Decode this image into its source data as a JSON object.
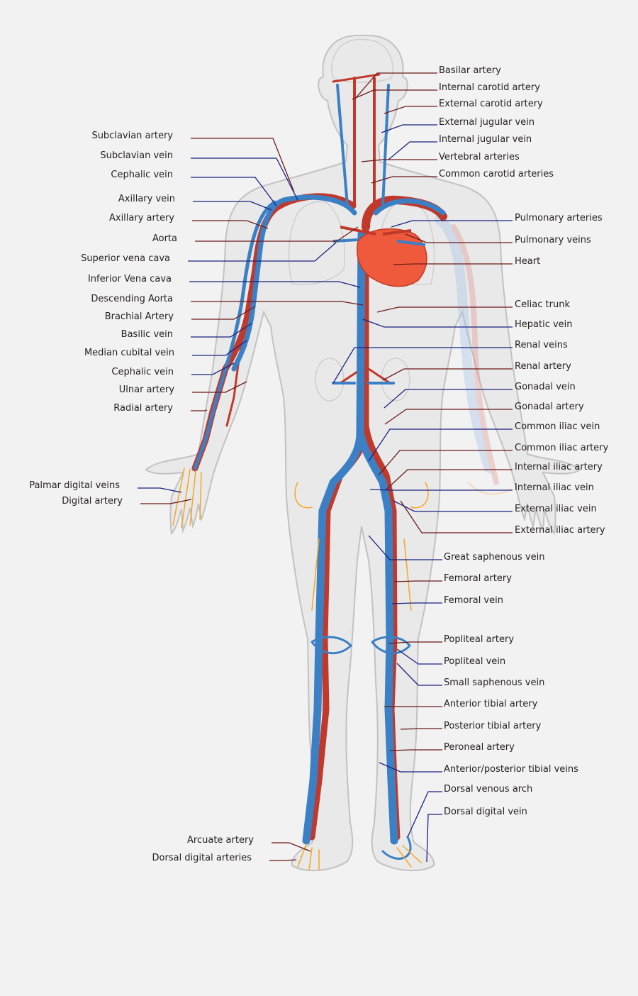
{
  "colors": {
    "artery": "#c0392b",
    "vein": "#3b7fc4",
    "small_vessel": "#f5a623",
    "body_fill": "#e9e9e9",
    "body_outline": "#c2c2c2",
    "heart": "#ef5a3c",
    "artery_leader": "#6b1a1a",
    "vein_leader": "#1a237e"
  },
  "left_labels": [
    {
      "id": "subclavian-artery",
      "text": "Subclavian artery",
      "type": "artery"
    },
    {
      "id": "subclavian-vein",
      "text": "Subclavian vein",
      "type": "vein"
    },
    {
      "id": "cephalic-vein-upper",
      "text": "Cephalic vein",
      "type": "vein"
    },
    {
      "id": "axillary-vein",
      "text": "Axillary vein",
      "type": "vein"
    },
    {
      "id": "axillary-artery",
      "text": "Axillary artery",
      "type": "artery"
    },
    {
      "id": "aorta",
      "text": "Aorta",
      "type": "artery"
    },
    {
      "id": "superior-vena-cava",
      "text": "Superior vena cava",
      "type": "vein"
    },
    {
      "id": "inferior-vena-cava",
      "text": "Inferior Vena cava",
      "type": "vein"
    },
    {
      "id": "descending-aorta",
      "text": "Descending Aorta",
      "type": "artery"
    },
    {
      "id": "brachial-artery",
      "text": "Brachial Artery",
      "type": "artery"
    },
    {
      "id": "basilic-vein",
      "text": "Basilic vein",
      "type": "vein"
    },
    {
      "id": "median-cubital-vein",
      "text": "Median cubital vein",
      "type": "vein"
    },
    {
      "id": "cephalic-vein-lower",
      "text": "Cephalic vein",
      "type": "vein"
    },
    {
      "id": "ulnar-artery",
      "text": "Ulnar artery",
      "type": "artery"
    },
    {
      "id": "radial-artery",
      "text": "Radial artery",
      "type": "artery"
    },
    {
      "id": "palmar-digital-veins",
      "text": "Palmar digital veins",
      "type": "vein"
    },
    {
      "id": "digital-artery",
      "text": "Digital artery",
      "type": "artery"
    },
    {
      "id": "arcuate-artery",
      "text": "Arcuate artery",
      "type": "artery"
    },
    {
      "id": "dorsal-digital-arteries",
      "text": "Dorsal digital arteries",
      "type": "artery"
    }
  ],
  "right_labels": [
    {
      "id": "basilar-artery",
      "text": "Basilar artery",
      "type": "artery"
    },
    {
      "id": "internal-carotid-artery",
      "text": "Internal carotid artery",
      "type": "artery"
    },
    {
      "id": "external-carotid-artery",
      "text": "External carotid artery",
      "type": "artery"
    },
    {
      "id": "external-jugular-vein",
      "text": "External jugular vein",
      "type": "vein"
    },
    {
      "id": "internal-jugular-vein",
      "text": "Internal jugular vein",
      "type": "vein"
    },
    {
      "id": "vertebral-arteries",
      "text": "Vertebral arteries",
      "type": "artery"
    },
    {
      "id": "common-carotid-arteries",
      "text": "Common carotid arteries",
      "type": "artery"
    },
    {
      "id": "pulmonary-arteries",
      "text": "Pulmonary arteries",
      "type": "vein"
    },
    {
      "id": "pulmonary-veins",
      "text": "Pulmonary veins",
      "type": "artery"
    },
    {
      "id": "heart",
      "text": "Heart",
      "type": "artery"
    },
    {
      "id": "celiac-trunk",
      "text": "Celiac trunk",
      "type": "artery"
    },
    {
      "id": "hepatic-vein",
      "text": "Hepatic vein",
      "type": "vein"
    },
    {
      "id": "renal-veins",
      "text": "Renal veins",
      "type": "vein"
    },
    {
      "id": "renal-artery",
      "text": "Renal artery",
      "type": "artery"
    },
    {
      "id": "gonadal-vein",
      "text": "Gonadal vein",
      "type": "vein"
    },
    {
      "id": "gonadal-artery",
      "text": "Gonadal artery",
      "type": "artery"
    },
    {
      "id": "common-iliac-vein",
      "text": "Common iliac vein",
      "type": "vein"
    },
    {
      "id": "common-iliac-artery",
      "text": "Common iliac artery",
      "type": "artery"
    },
    {
      "id": "internal-iliac-artery",
      "text": "Internal iliac artery",
      "type": "artery"
    },
    {
      "id": "internal-iliac-vein",
      "text": "Internal iliac vein",
      "type": "vein"
    },
    {
      "id": "external-iliac-vein",
      "text": "External iliac vein",
      "type": "vein"
    },
    {
      "id": "external-iliac-artery",
      "text": "External iliac artery",
      "type": "artery"
    },
    {
      "id": "great-saphenous-vein",
      "text": "Great saphenous vein",
      "type": "vein"
    },
    {
      "id": "femoral-artery",
      "text": "Femoral artery",
      "type": "artery"
    },
    {
      "id": "femoral-vein",
      "text": "Femoral vein",
      "type": "vein"
    },
    {
      "id": "popliteal-artery",
      "text": "Popliteal artery",
      "type": "artery"
    },
    {
      "id": "popliteal-vein",
      "text": "Popliteal vein",
      "type": "vein"
    },
    {
      "id": "small-saphenous-vein",
      "text": "Small saphenous vein",
      "type": "vein"
    },
    {
      "id": "anterior-tibial-artery",
      "text": "Anterior tibial artery",
      "type": "artery"
    },
    {
      "id": "posterior-tibial-artery",
      "text": "Posterior tibial artery",
      "type": "artery"
    },
    {
      "id": "peroneal-artery",
      "text": "Peroneal artery",
      "type": "artery"
    },
    {
      "id": "anterior-posterior-tibial-veins",
      "text": "Anterior/posterior tibial veins",
      "type": "vein"
    },
    {
      "id": "dorsal-venous-arch",
      "text": "Dorsal venous arch",
      "type": "vein"
    },
    {
      "id": "dorsal-digital-vein",
      "text": "Dorsal digital vein",
      "type": "vein"
    }
  ]
}
